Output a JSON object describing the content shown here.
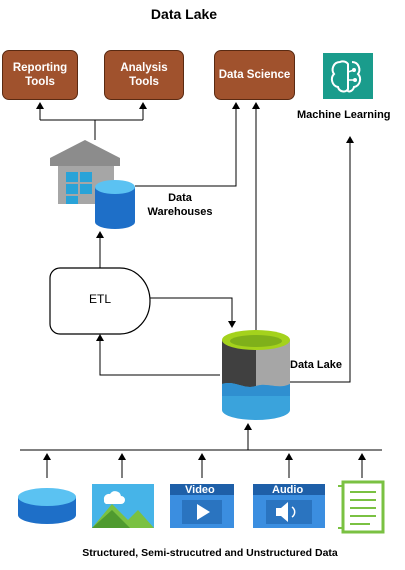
{
  "title": "Data Lake",
  "boxes": {
    "reporting_tools": "Reporting\nTools",
    "analysis_tools": "Analysis Tools",
    "data_science": "Data Science"
  },
  "labels": {
    "machine_learning": "Machine Learning",
    "data_warehouses": "Data\nWarehouses",
    "etl": "ETL",
    "data_lake": "Data Lake",
    "video": "Video",
    "audio": "Audio",
    "footer": "Structured, Semi-strucutred and Unstructured Data"
  },
  "colors": {
    "box_fill": "#a0522d",
    "box_border": "#5a2a12",
    "ml_teal": "#1a9c8c",
    "db_blue": "#1e6fc8",
    "lake_green": "#a4d21c",
    "card_blue": "#3b8ee0"
  },
  "icons": [
    "warehouse-icon",
    "machine-learning-brain-icon",
    "database-icon",
    "cloud-image-icon",
    "video-icon",
    "audio-icon",
    "document-icon"
  ]
}
